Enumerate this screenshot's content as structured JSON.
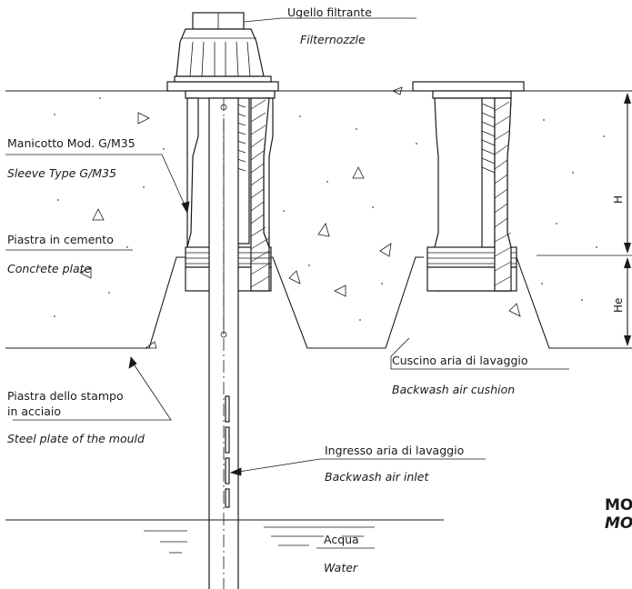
{
  "labels": {
    "nozzle_it": "Ugello filtrante",
    "nozzle_en": "Filternozzle",
    "sleeve_it": "Manicotto Mod. G/M35",
    "sleeve_en": "Sleeve Type G/M35",
    "plate_it": "Piastra in cemento",
    "plate_en": "Concrete plate",
    "mould_it_1": "Piastra dello stampo",
    "mould_it_2": "in acciaio",
    "mould_en": "Steel plate of the mould",
    "cushion_it": "Cuscino aria di lavaggio",
    "cushion_en": "Backwash air cushion",
    "inlet_it": "Ingresso aria di lavaggio",
    "inlet_en": "Backwash air inlet",
    "water_it": "Acqua",
    "water_en": "Water",
    "dim_h": "H",
    "dim_he": "He",
    "model_line1": "MO",
    "model_line2": "MO"
  }
}
